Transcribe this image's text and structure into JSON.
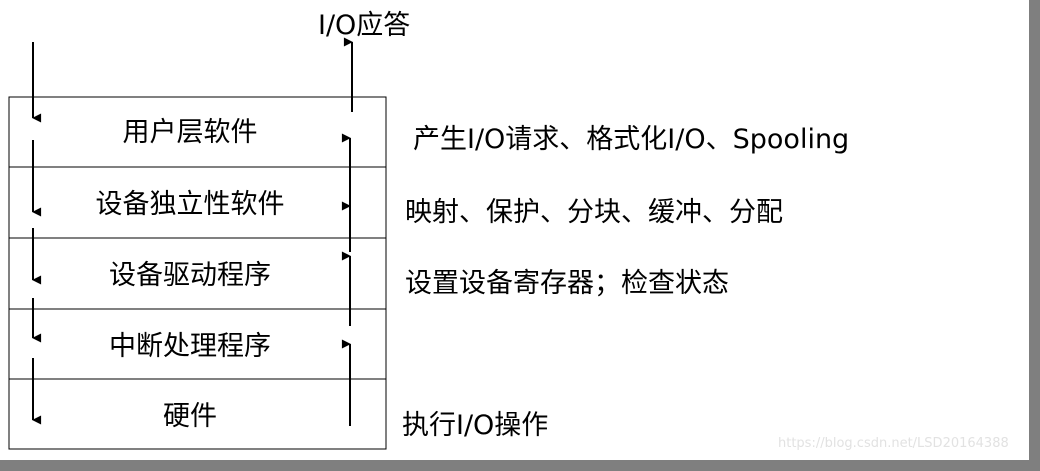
{
  "top_label": "I/O应答",
  "layers": [
    {
      "label": "用户层软件",
      "description": "产生I/O请求、格式化I/O、Spooling"
    },
    {
      "label": "设备独立性软件",
      "description": "映射、保护、分块、缓冲、分配"
    },
    {
      "label": "设备驱动程序",
      "description": "设置设备寄存器；检查状态"
    },
    {
      "label": "中断处理程序",
      "description": ""
    },
    {
      "label": "硬件",
      "description": "执行I/O操作"
    }
  ],
  "watermark": "https://blog.csdn.net/LSD20164388"
}
